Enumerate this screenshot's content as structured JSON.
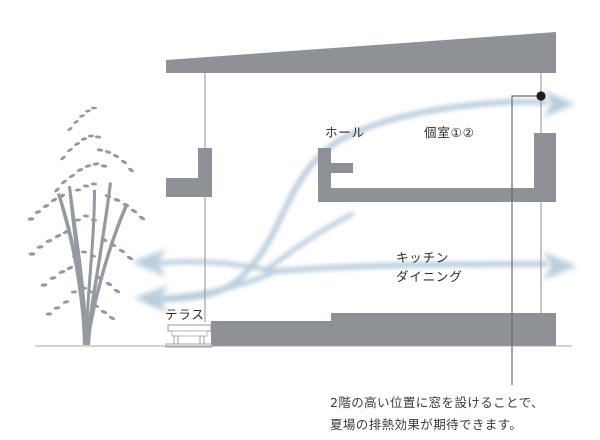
{
  "diagram": {
    "type": "architectural-section",
    "title_visible": false,
    "colors": {
      "structure_gray": "#8e9195",
      "roof_gray": "#8e9195",
      "tree_gray": "#949aa1",
      "airflow_blue": "#b9cddd",
      "line_gray": "#9a9a9a",
      "text_dark": "#2b2b2b",
      "caption_text": "#3a3a3a",
      "background": "#ffffff"
    },
    "labels": {
      "hall": "ホール",
      "private_rooms": "個室①②",
      "kitchen": "キッチン",
      "dining": "ダイニング",
      "terrace": "テラス"
    },
    "caption": {
      "line1": "2階の高い位置に窓を設けることで、",
      "line2": "夏場の排熱効果が期待できます。"
    },
    "callout": {
      "marker": "window-position-dot",
      "description": "高窓"
    },
    "elements": {
      "roof": "sloped-roof",
      "second_floor_slab": "second-floor-slab",
      "ground_floor_slab": "ground-floor-slab",
      "terrace_deck": "terrace-deck",
      "tree": "deciduous-tree",
      "ground_line": "ground-line"
    },
    "airflow": {
      "description": "natural-ventilation-flow",
      "arrows": [
        {
          "name": "upper-right-exhaust",
          "direction": "right"
        },
        {
          "name": "mid-right-exhaust",
          "direction": "right"
        },
        {
          "name": "terrace-left-intake-upper",
          "direction": "left"
        },
        {
          "name": "terrace-left-intake-lower",
          "direction": "left"
        }
      ]
    }
  }
}
